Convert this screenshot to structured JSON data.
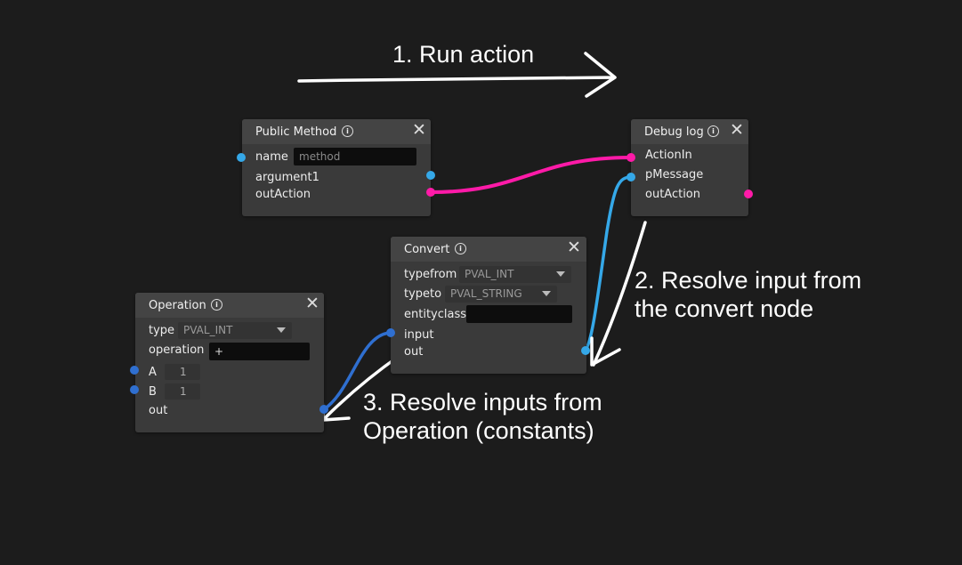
{
  "annotations": {
    "step1": "1. Run action",
    "step2_line1": "2. Resolve input from",
    "step2_line2": "the convert node",
    "step3_line1": "3. Resolve inputs from",
    "step3_line2": "Operation (constants)"
  },
  "colors": {
    "background": "#1c1c1c",
    "node_body": "#3a3a3a",
    "node_header": "#444444",
    "action_wire": "#ff1aa8",
    "value_wire_light": "#35a8e8",
    "value_wire_dark": "#2f6fd0",
    "annotation": "#ffffff"
  },
  "nodes": {
    "public_method": {
      "title": "Public Method",
      "name_label": "name",
      "name_placeholder": "method",
      "argument1_label": "argument1",
      "outaction_label": "outAction"
    },
    "debug_log": {
      "title": "Debug log",
      "actionin_label": "ActionIn",
      "pmessage_label": "pMessage",
      "outaction_label": "outAction"
    },
    "convert": {
      "title": "Convert",
      "typefrom_label": "typefrom",
      "typefrom_value": "PVAL_INT",
      "typeto_label": "typeto",
      "typeto_value": "PVAL_STRING",
      "entityclass_label": "entityclass",
      "entityclass_value": "",
      "input_label": "input",
      "out_label": "out"
    },
    "operation": {
      "title": "Operation",
      "type_label": "type",
      "type_value": "PVAL_INT",
      "operation_label": "operation",
      "operation_value": "+",
      "a_label": "A",
      "a_value": "1",
      "b_label": "B",
      "b_value": "1",
      "out_label": "out"
    }
  },
  "icons": {
    "info": "info-icon",
    "close": "close-icon",
    "dropdown": "chevron-down-icon"
  }
}
